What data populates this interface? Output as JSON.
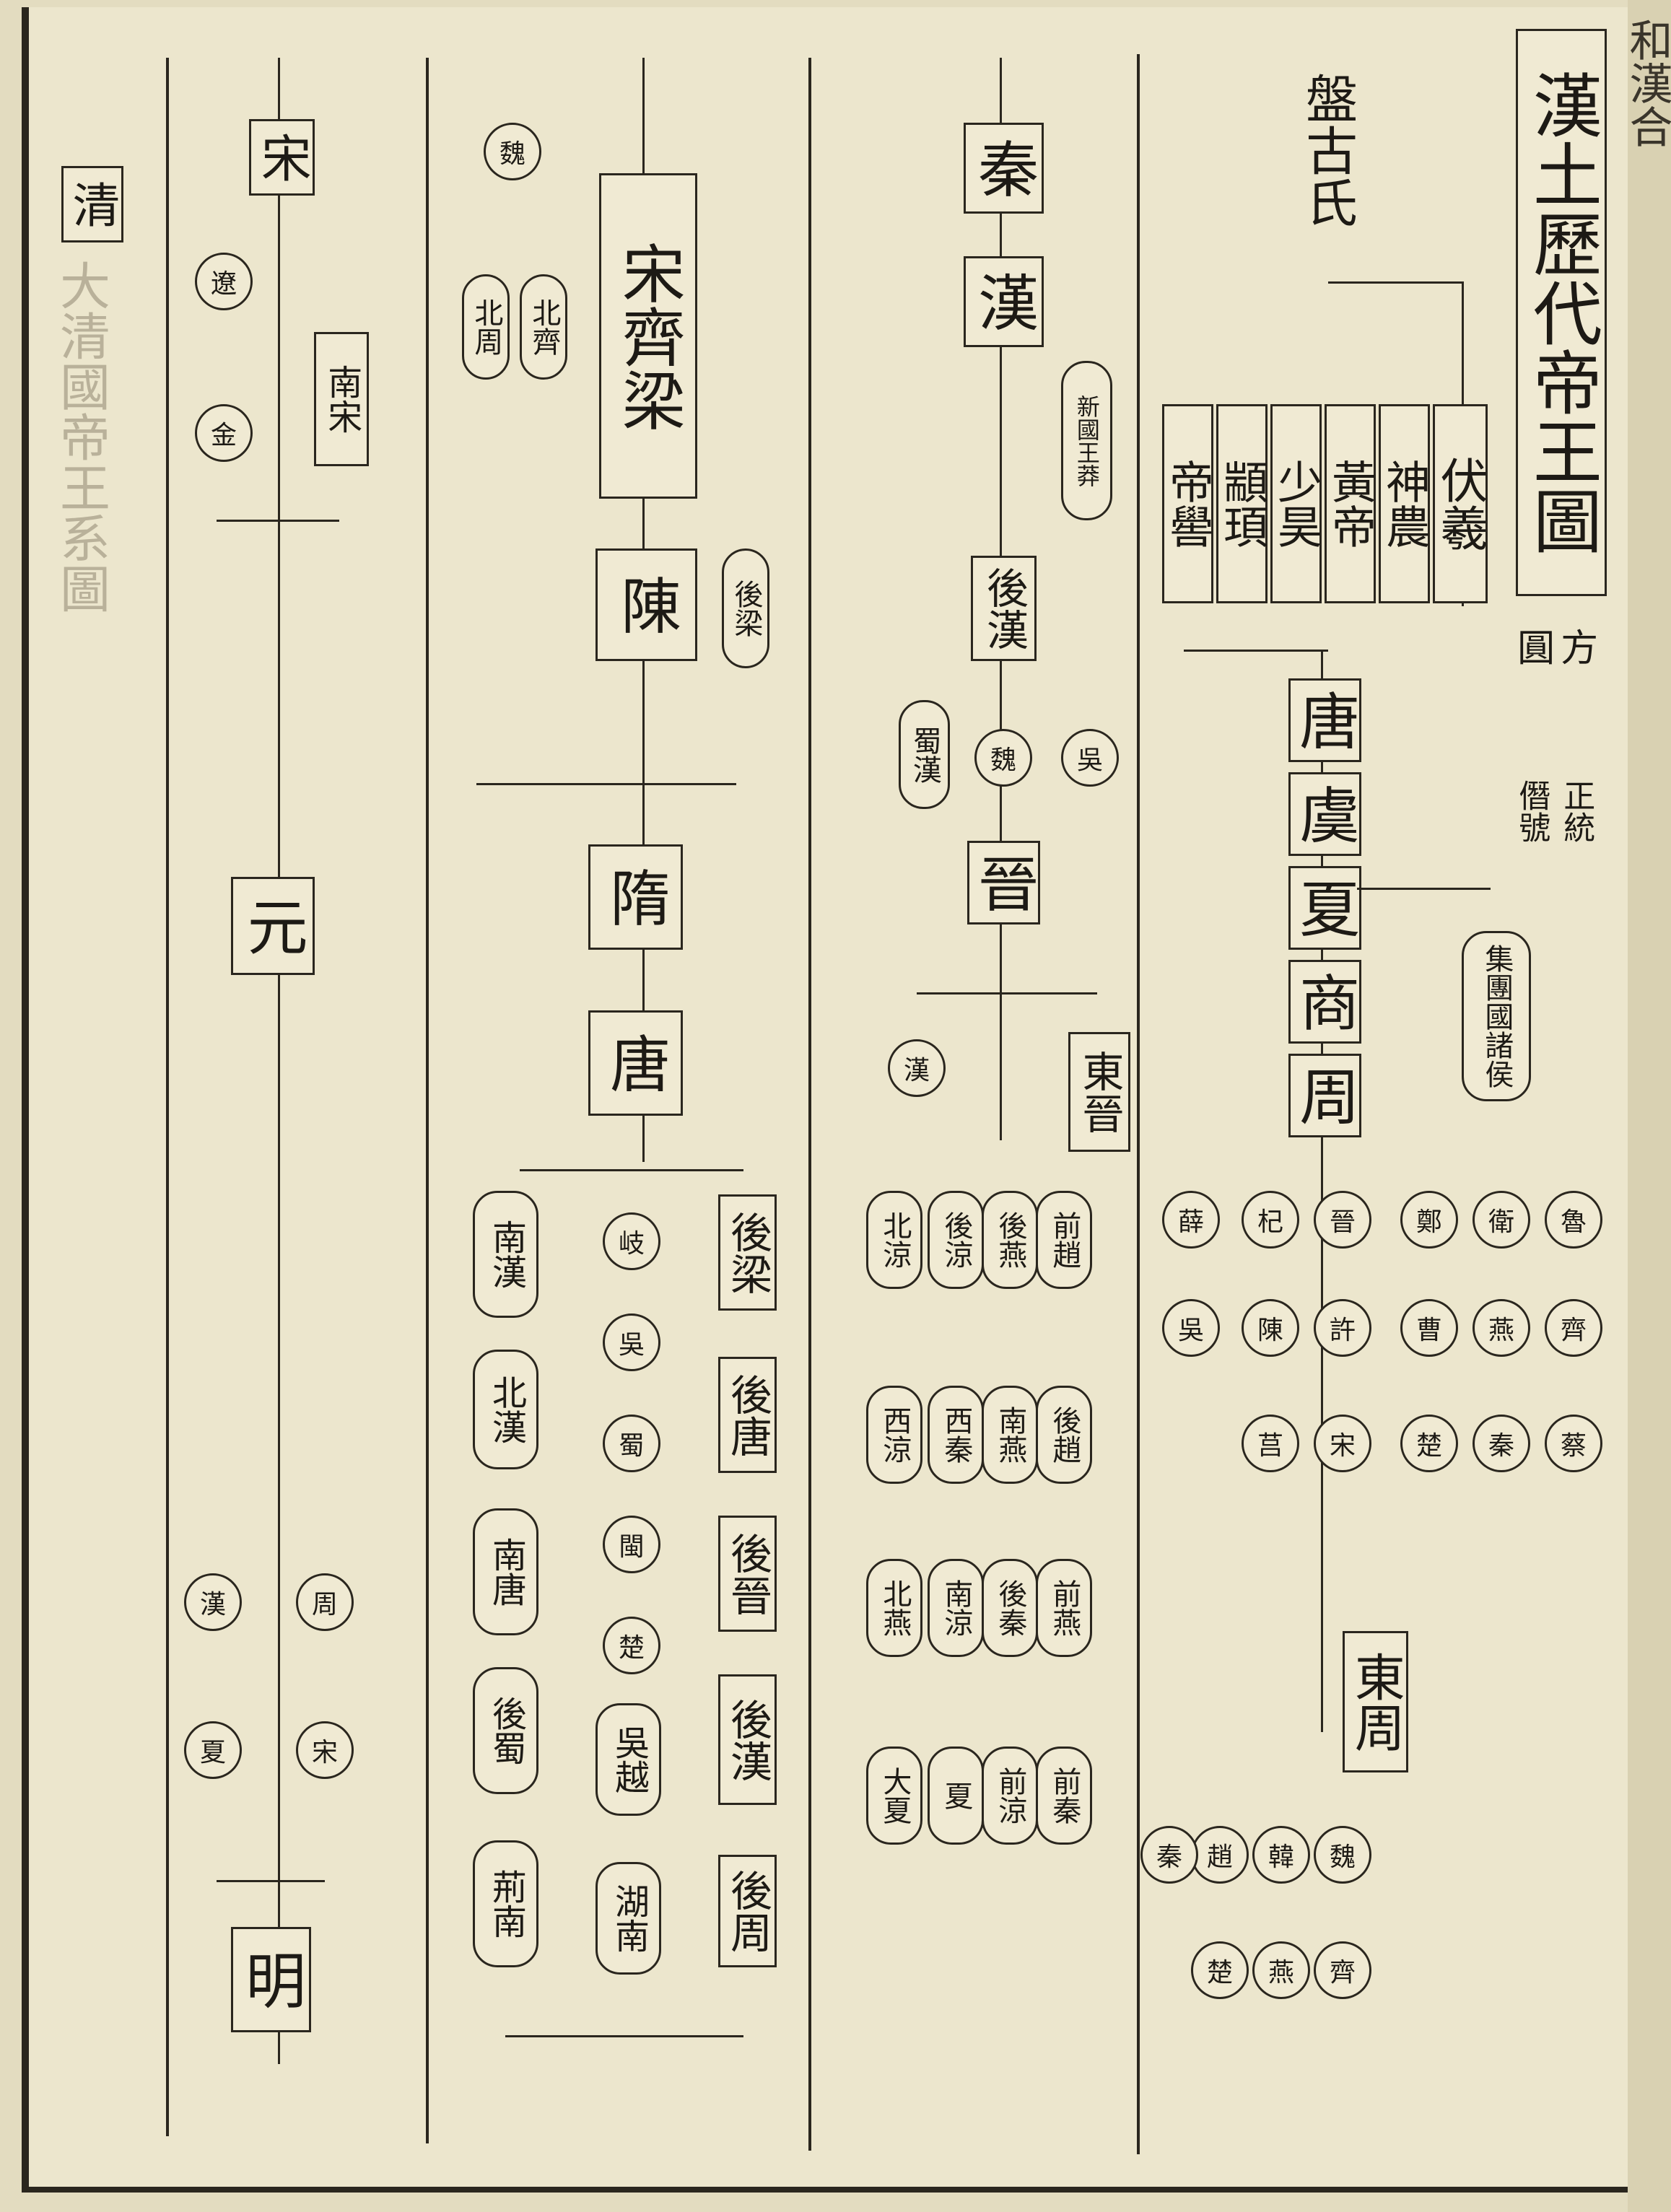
{
  "title": "漢土歷代帝王圖",
  "margin_text": "和漢合",
  "legend": {
    "square": "方",
    "round": "圓",
    "orthodox": "正統",
    "usurper": "僭號"
  },
  "col1": {
    "head": "盤古氏",
    "rulers": [
      "伏羲",
      "神農",
      "黃帝",
      "少昊",
      "顓頊",
      "帝嚳"
    ],
    "main": [
      "唐",
      "虞",
      "夏",
      "商",
      "周"
    ],
    "side": "集團國諸侯",
    "east_zhou": "東周",
    "states": [
      "魯",
      "衛",
      "鄭",
      "晉",
      "齊",
      "燕",
      "曹",
      "許",
      "蔡",
      "秦",
      "楚",
      "宋",
      "杞",
      "陳",
      "莒",
      "吳",
      "薛"
    ],
    "warring": [
      "魏",
      "韓",
      "趙",
      "齊",
      "燕",
      "楚",
      "秦"
    ]
  },
  "col2": {
    "main": [
      "秦",
      "漢",
      "晉"
    ],
    "interregnum": "新國王莽",
    "later_han": "後漢",
    "three_kingdoms": [
      "蜀漢",
      "魏",
      "吳"
    ],
    "east_jin": "東晉",
    "han": "漢",
    "sixteen": [
      "前趙",
      "後趙",
      "南燕",
      "後燕",
      "前燕",
      "後秦",
      "前秦",
      "前涼",
      "西秦",
      "後涼",
      "西涼",
      "北涼",
      "南涼",
      "北燕",
      "夏",
      "大夏"
    ]
  },
  "col3": {
    "main": [
      "宋",
      "齊",
      "梁",
      "陳",
      "隋",
      "唐"
    ],
    "north": [
      "魏",
      "北周",
      "北齊"
    ],
    "later_liang": "後梁",
    "five": [
      "後梁",
      "後唐",
      "後晉",
      "後漢",
      "後周"
    ],
    "ten": [
      "岐",
      "吳",
      "蜀",
      "閩",
      "楚",
      "吳越",
      "湖南"
    ],
    "others": [
      "南漢",
      "北漢",
      "南唐",
      "後蜀",
      "荊南"
    ]
  },
  "col4": {
    "song": "宋",
    "south_song": "南宋",
    "liao": "遼",
    "jin": "金",
    "yuan": "元",
    "ming": "明",
    "rebels": [
      "漢",
      "夏",
      "周",
      "宋"
    ],
    "qing": "清",
    "faint": "大清國帝王系圖"
  }
}
